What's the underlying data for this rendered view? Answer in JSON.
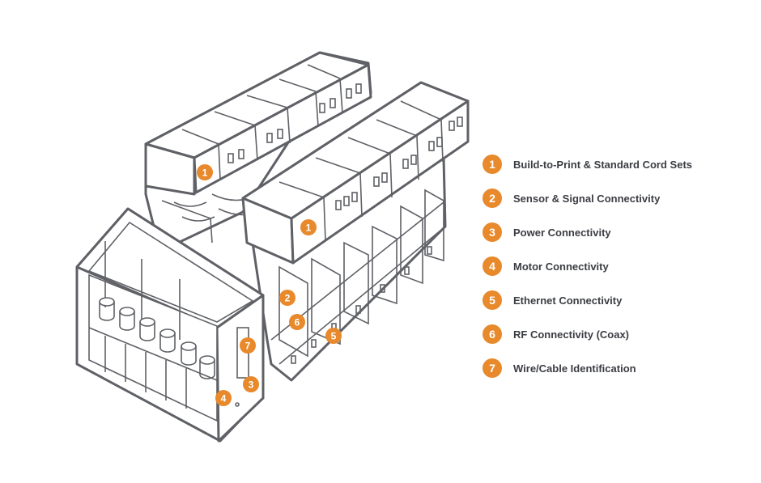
{
  "legend": {
    "items": [
      {
        "number": "1",
        "label": "Build-to-Print & Standard Cord Sets"
      },
      {
        "number": "2",
        "label": "Sensor & Signal Connectivity"
      },
      {
        "number": "3",
        "label": "Power Connectivity"
      },
      {
        "number": "4",
        "label": "Motor Connectivity"
      },
      {
        "number": "5",
        "label": "Ethernet Connectivity"
      },
      {
        "number": "6",
        "label": "RF Connectivity (Coax)"
      },
      {
        "number": "7",
        "label": "Wire/Cable Identification"
      }
    ]
  },
  "diagram": {
    "markers": [
      "1",
      "1",
      "2",
      "6",
      "5",
      "7",
      "3",
      "4"
    ]
  },
  "colors": {
    "accent": "#e8892b",
    "outline": "#5f6166",
    "text": "#3b3d42"
  }
}
